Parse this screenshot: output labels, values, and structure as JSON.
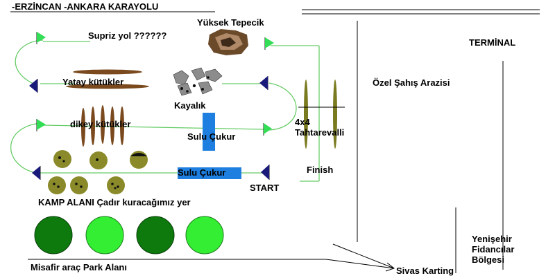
{
  "labels": {
    "title": "-ERZİNCAN -ANKARA KARAYOLU",
    "supriz": "Supriz yol ??????",
    "yuksek": "Yüksek Tepecik",
    "terminal": "TERMİNAL",
    "yatay": "Yatay kütükler",
    "kayalik": "Kayalık",
    "ozel": "Özel Şahış Arazisi",
    "dikey": "dikey kütükler",
    "sulu1": "Sulu Çukur",
    "sulu2": "Sulu Çukur",
    "tahta_line1": "4x4",
    "tahta_line2": "Tahtarevalli",
    "finish": "Finish",
    "start": "START",
    "kamp": "KAMP ALANI Çadır kuracağımız yer",
    "yenisehir_line1": "Yenişehir",
    "yenisehir_line2": "Fidancılar",
    "yenisehir_line3": "Bölgesi",
    "misafir": "Misafir araç Park Alanı",
    "karting": "Sivas Karting"
  },
  "colors": {
    "track": "#66cc66",
    "flag_green": "#33dd55",
    "flag_navy": "#1a1a7a",
    "log": "#7a4a1e",
    "water": "#1e7fe0",
    "tent": "#8a8a2a",
    "park_dark": "#0e7a0e",
    "park_light": "#33ee33",
    "rock": "#8c8c8c",
    "hill": "#6b4a2a"
  }
}
